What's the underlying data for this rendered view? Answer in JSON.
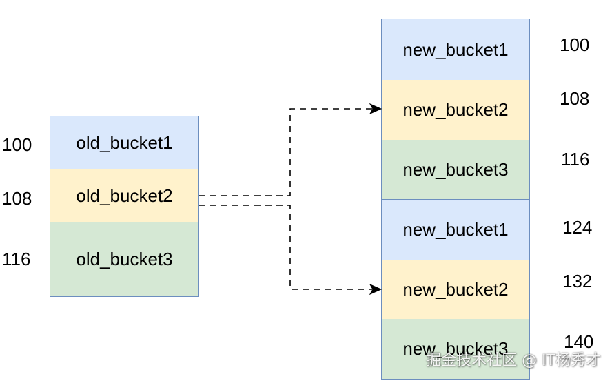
{
  "old_buckets": [
    {
      "label": "old_bucket1",
      "address": "100"
    },
    {
      "label": "old_bucket2",
      "address": "108"
    },
    {
      "label": "old_bucket3",
      "address": "116"
    }
  ],
  "new_buckets": [
    {
      "label": "new_bucket1",
      "address": "100"
    },
    {
      "label": "new_bucket2",
      "address": "108"
    },
    {
      "label": "new_bucket3",
      "address": "116"
    },
    {
      "label": "new_bucket1",
      "address": "124"
    },
    {
      "label": "new_bucket2",
      "address": "132"
    },
    {
      "label": "new_bucket3",
      "address": "140"
    }
  ],
  "colors": {
    "blue": "#dae8fc",
    "yellow": "#fff2cc",
    "green": "#d5e8d4",
    "border": "#6c8ebf",
    "line": "#000000"
  },
  "watermark": "掘金技术社区 @ IT杨秀才"
}
